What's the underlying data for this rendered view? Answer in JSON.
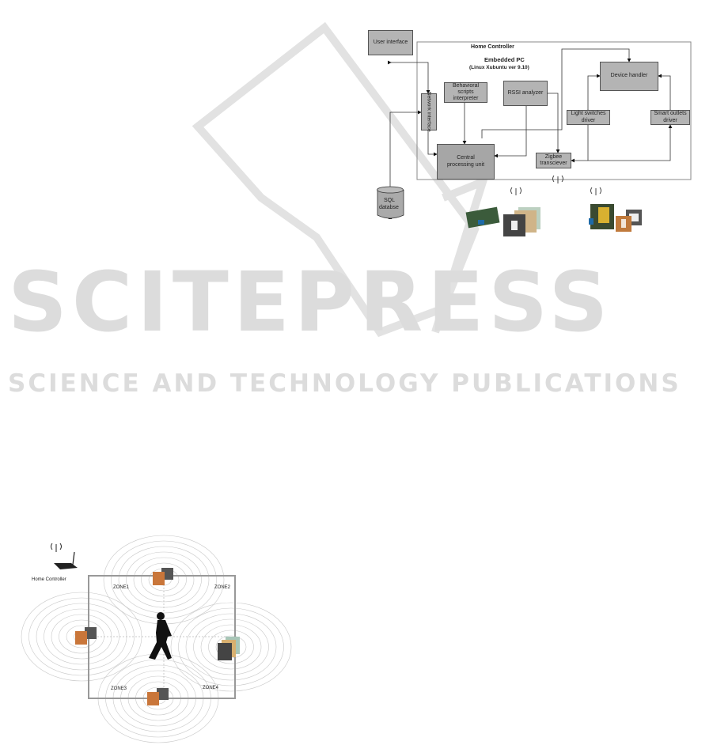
{
  "watermark": {
    "brand": "SCITEPRESS",
    "tagline": "SCIENCE AND TECHNOLOGY PUBLICATIONS"
  },
  "architecture_figure": {
    "user_interface": "User interface",
    "home_controller": "Home Controller",
    "embedded_pc": "Embedded PC",
    "os": "(Linux Xubuntu ver 9.10)",
    "device_handler": "Device handler",
    "behavioral": "Behavioral scripts interpreter",
    "rssi": "RSSI analyzer",
    "network_interface": "Network interface",
    "light_switches": "Light switches driver",
    "smart_outlets": "Smart outlets driver",
    "cpu": "Central processing unit",
    "zigbee": "Zigbee transciever",
    "sql_line1": "SQL",
    "sql_line2": "databse"
  },
  "zones_figure": {
    "home_controller": "Home Controller",
    "zones": [
      "ZONE1",
      "ZONE2",
      "ZONE3",
      "ZONE4"
    ]
  }
}
